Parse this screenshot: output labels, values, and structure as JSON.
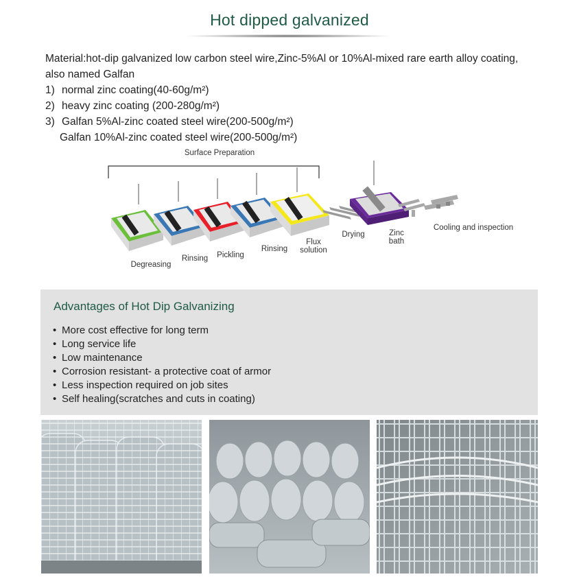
{
  "header": {
    "title": "Hot dipped galvanized"
  },
  "spec": {
    "material": "Material:hot-dip galvanized low carbon steel wire,Zinc-5%Al or 10%Al-mixed rare earth alloy coating,",
    "material_cont": "also named Galfan",
    "items": [
      {
        "num": "1)",
        "text": "normal zinc coating",
        "value": "(40-60g/m²)"
      },
      {
        "num": "2)",
        "text": "heavy zinc coating ",
        "value": "(200-280g/m²)"
      },
      {
        "num": "3)",
        "text": "Galfan 5%Al-zinc coated steel wire(200-500g/m²)",
        "value": ""
      }
    ],
    "item3_cont": "Galfan 10%Al-zinc coated steel wire(200-500g/m²)"
  },
  "diagram": {
    "group_label": "Surface Preparation",
    "steps": [
      {
        "label": "Degreasing",
        "color": "#6cbf3a"
      },
      {
        "label": "Rinsing",
        "color": "#3a78b5"
      },
      {
        "label": "Pickling",
        "color": "#e8202a"
      },
      {
        "label": "Rinsing",
        "color": "#3a78b5"
      },
      {
        "label": "Flux solution",
        "color": "#f4e81c"
      },
      {
        "label": "Drying",
        "color": ""
      },
      {
        "label": "Zinc bath",
        "color": "#6a2c9a"
      },
      {
        "label": "Cooling and inspection",
        "color": ""
      }
    ]
  },
  "advantages": {
    "title": "Advantages of Hot Dip Galvanizing",
    "items": [
      "More cost effective for long term",
      "Long service life",
      "Low maintenance",
      "Corrosion resistant- a protective coat of armor",
      "Less inspection required on job sites",
      "Self healing(scratches and cuts in coating)"
    ]
  },
  "colors": {
    "title_green": "#1f5a45",
    "panel_gray": "#e2e2e3"
  }
}
